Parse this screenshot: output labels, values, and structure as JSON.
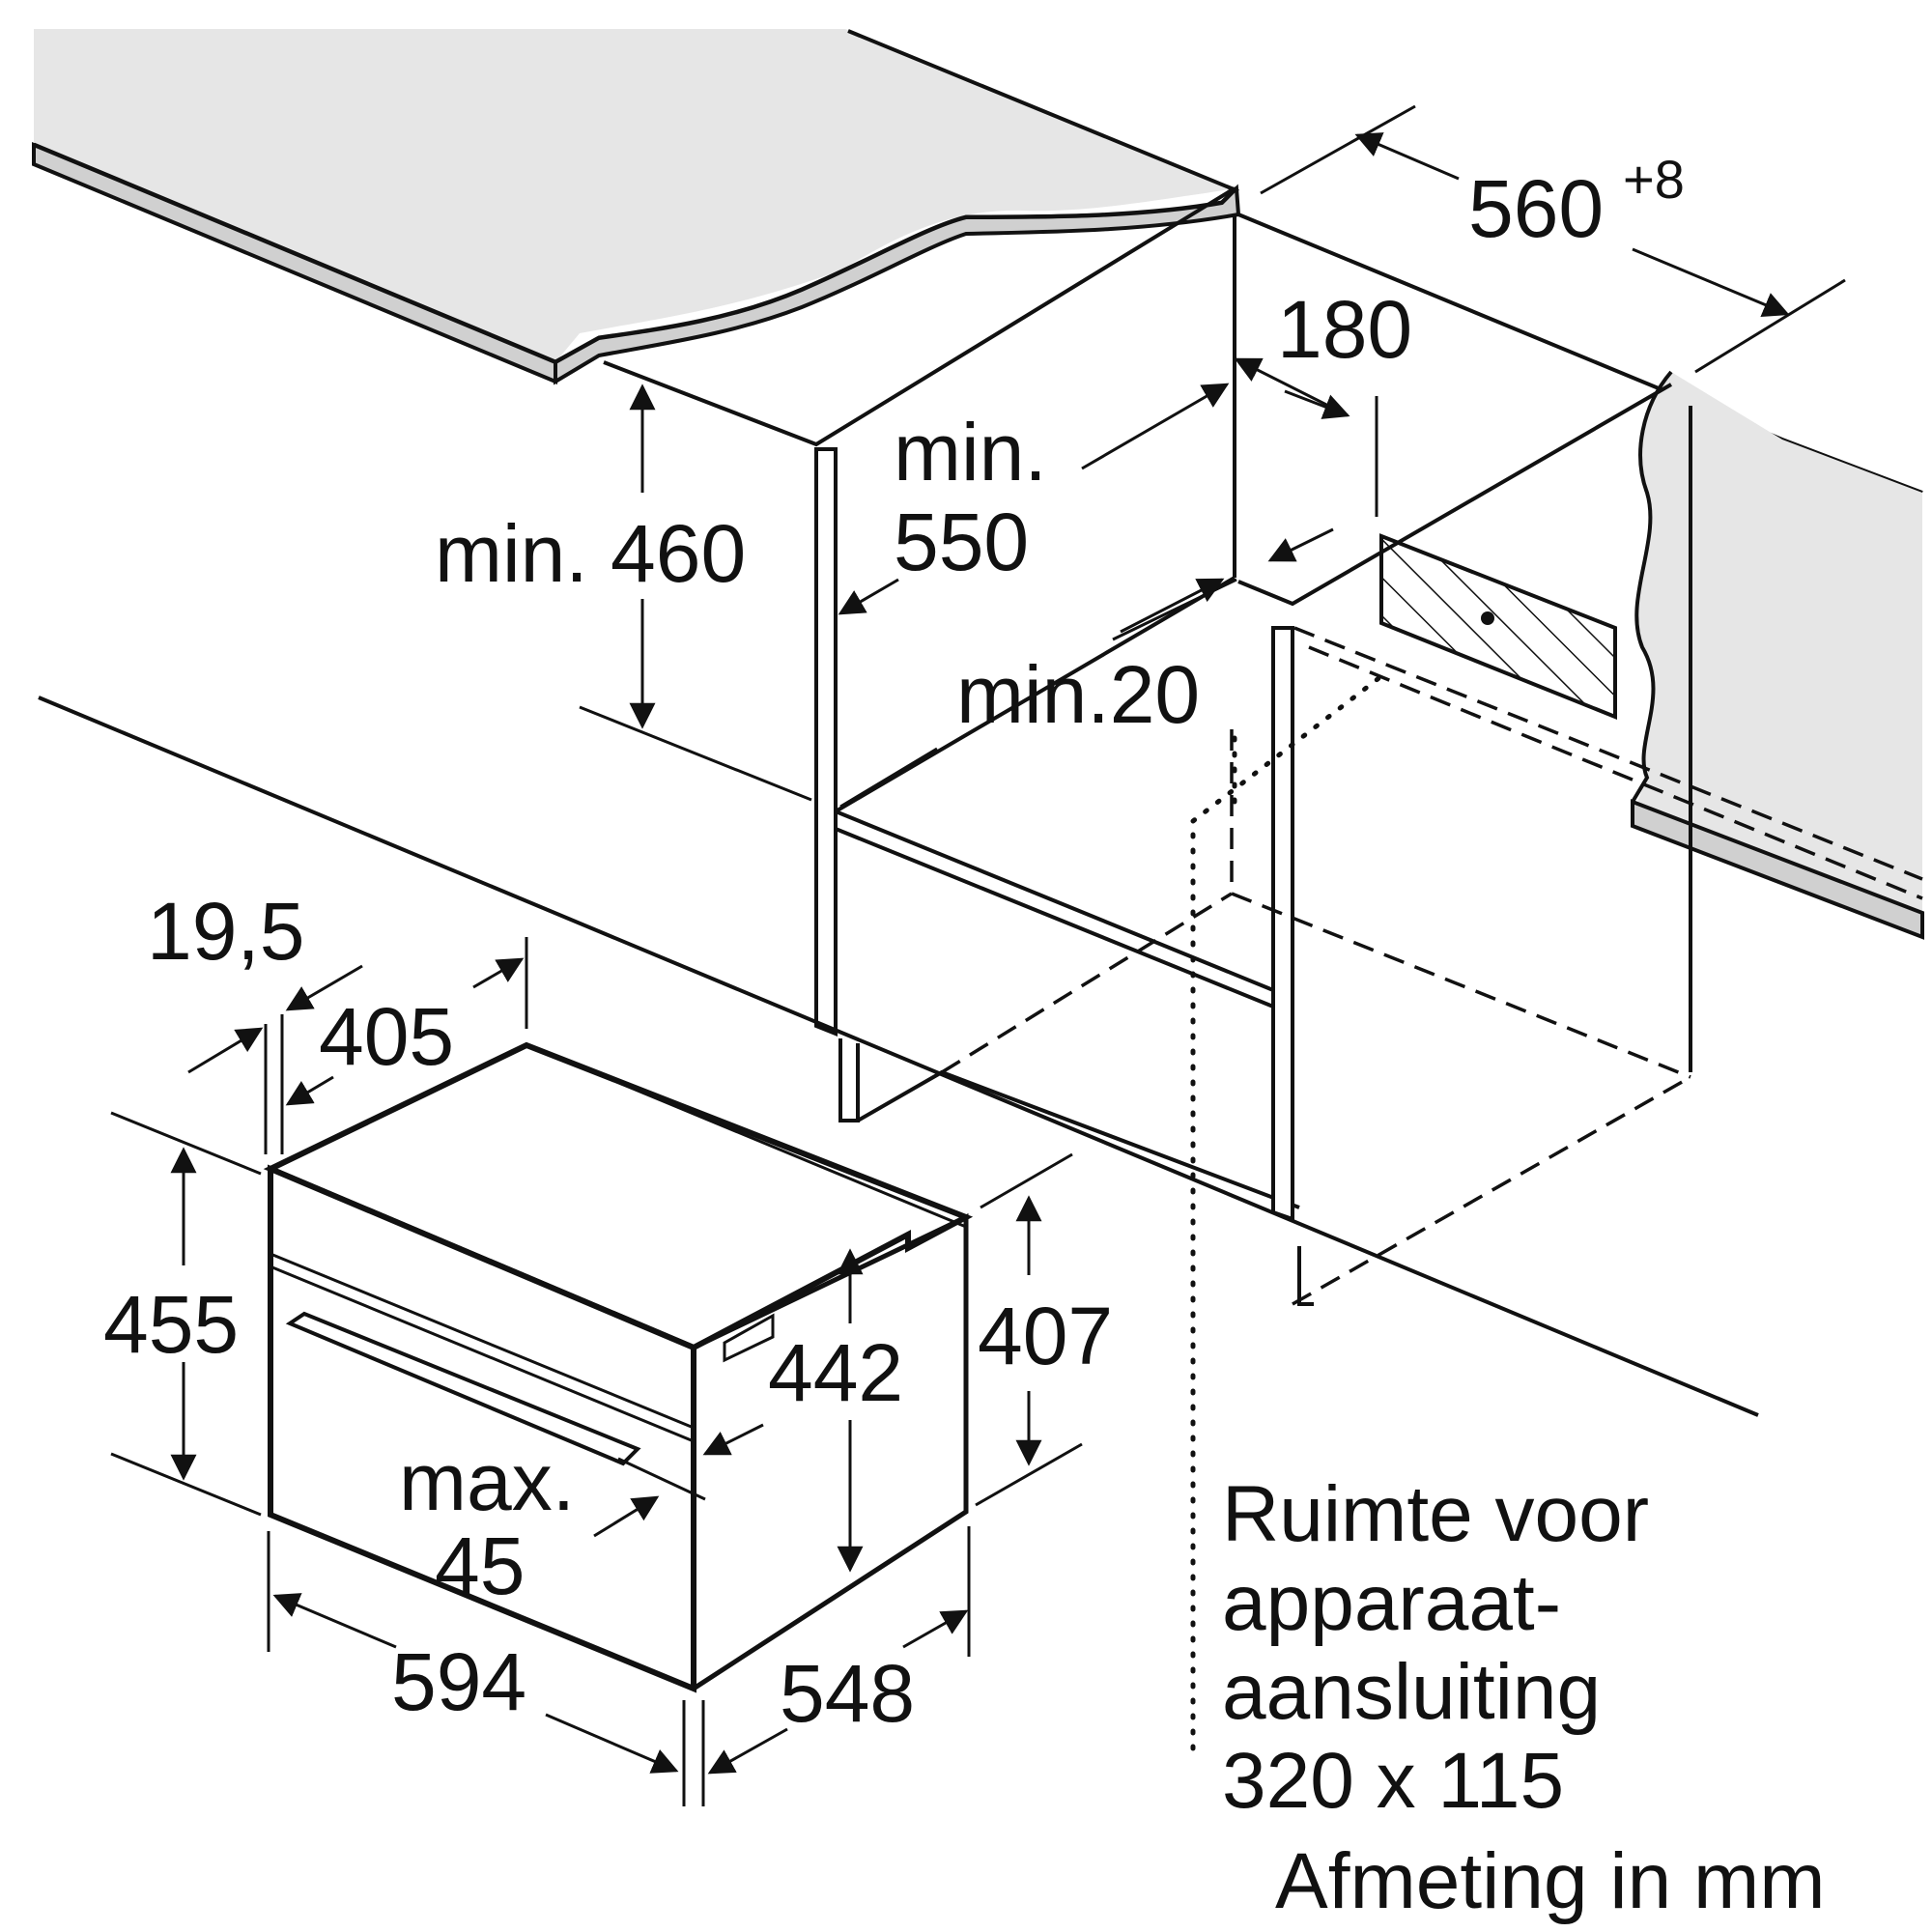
{
  "dimensions": {
    "niche_width": "560",
    "niche_width_tolerance": "+8",
    "connection_offset": "180",
    "worktop_clearance": "min. 460",
    "cabinet_depth_line1": "min.",
    "cabinet_depth_line2": "550",
    "gap_min": "min.20",
    "front_offset": "19,5",
    "side_depth": "405",
    "overall_height": "455",
    "housing_height": "407",
    "niche_height": "442",
    "door_depth_line1": "max.",
    "door_depth_line2": "45",
    "width": "594",
    "depth": "548"
  },
  "note": {
    "line1": "Ruimte voor",
    "line2": "apparaat-",
    "line3": "aansluiting",
    "line4": "320 x 115"
  },
  "units_label": "Afmeting in mm"
}
